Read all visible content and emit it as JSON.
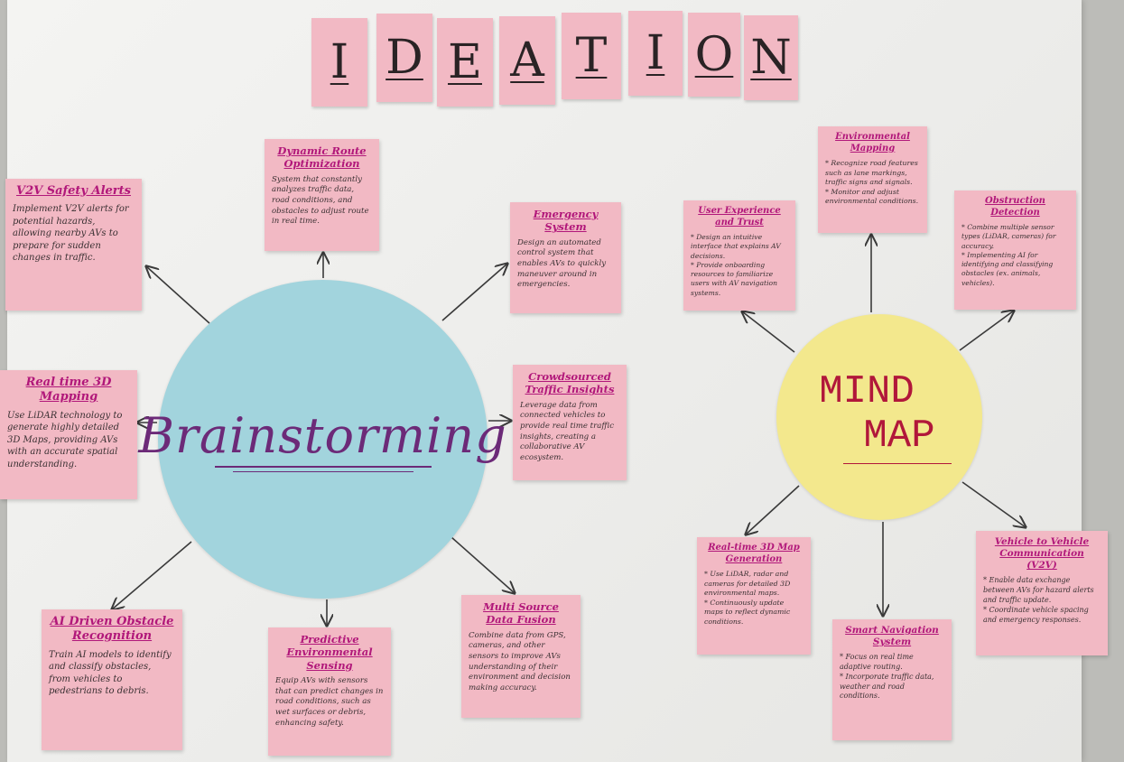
{
  "title_letters": [
    "I",
    "D",
    "E",
    "A",
    "T",
    "I",
    "O",
    "N"
  ],
  "brainstorming": {
    "label": "Brainstorming",
    "circle_color": "#a2d4dd",
    "notes": {
      "dynamic_route": {
        "title": "Dynamic Route Optimization",
        "body": "System that constantly analyzes traffic data, road conditions, and obstacles to adjust route in real time."
      },
      "v2v_alerts": {
        "title": "V2V Safety Alerts",
        "body": "Implement V2V alerts for potential hazards, allowing nearby AVs to prepare for sudden changes in traffic."
      },
      "emergency": {
        "title": "Emergency System",
        "body": "Design an automated control system that enables AVs to quickly maneuver around in emergencies."
      },
      "mapping_3d": {
        "title": "Real time 3D Mapping",
        "body": "Use LiDAR technology to generate highly detailed 3D Maps, providing AVs with an accurate spatial understanding."
      },
      "crowdsourced": {
        "title": "Crowdsourced Traffic Insights",
        "body": "Leverage data from connected vehicles to provide real time traffic insights, creating a collaborative AV ecosystem."
      },
      "obstacle": {
        "title": "AI Driven Obstacle Recognition",
        "body": "Train AI models to identify and classify obstacles, from vehicles to pedestrians to debris."
      },
      "predictive": {
        "title": "Predictive Environmental Sensing",
        "body": "Equip AVs with sensors that can predict changes in road conditions, such as wet surfaces or debris, enhancing safety."
      },
      "fusion": {
        "title": "Multi Source Data Fusion",
        "body": "Combine data from GPS, cameras, and other sensors to improve AVs understanding of their environment and decision making accuracy."
      }
    }
  },
  "mind_map": {
    "label_line1": "MIND",
    "label_line2": "MAP",
    "circle_color": "#f3e88d",
    "notes": {
      "env_mapping": {
        "title": "Environmental Mapping",
        "body": "* Recognize road features such as lane markings, traffic signs and signals.\n* Monitor and adjust environmental conditions."
      },
      "user_trust": {
        "title": "User Experience and Trust",
        "body": "* Design an intuitive interface that explains AV decisions.\n* Provide onboarding resources to familiarize users with AV navigation systems."
      },
      "obstruction": {
        "title": "Obstruction Detection",
        "body": "* Combine multiple sensor types (LiDAR, cameras) for accuracy.\n* Implementing AI for identifying and classifying obstacles (ex. animals, vehicles)."
      },
      "realtime_3d": {
        "title": "Real-time 3D Map Generation",
        "body": "* Use LiDAR, radar and cameras for detailed 3D environmental maps.\n* Continuously update maps to reflect dynamic conditions."
      },
      "v2v_comm": {
        "title": "Vehicle to Vehicle Communication (V2V)",
        "body": "* Enable data exchange between AVs for hazard alerts and traffic update.\n* Coordinate vehicle spacing and emergency responses."
      },
      "smart_nav": {
        "title": "Smart Navigation System",
        "body": "* Focus on real time adaptive routing.\n* Incorporate traffic data, weather and road conditions."
      }
    }
  },
  "colors": {
    "note_pink": "#f2b9c4",
    "note_title": "#b1177a",
    "brain_text": "#6c2a78",
    "mind_text": "#b1173a"
  }
}
